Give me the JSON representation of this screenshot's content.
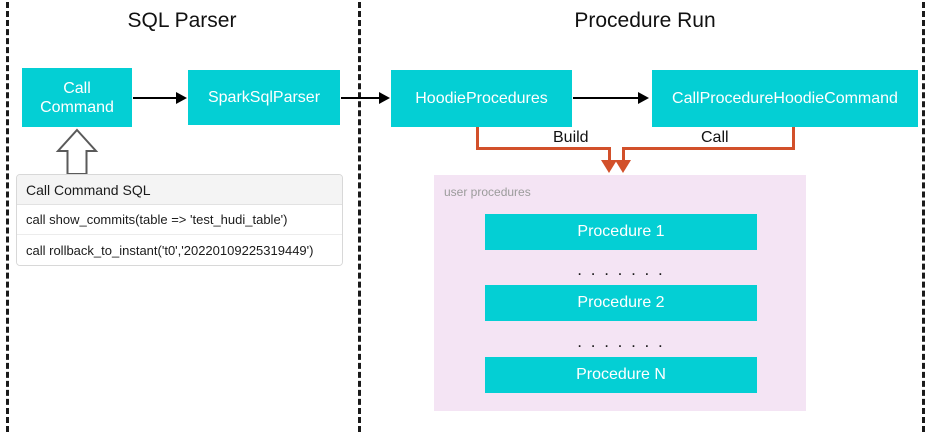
{
  "diagram": {
    "sections": [
      {
        "id": "sql-parser",
        "title": "SQL Parser"
      },
      {
        "id": "procedure-run",
        "title": "Procedure Run"
      }
    ],
    "colors": {
      "teal": "#04CFD4",
      "orange": "#D2502A",
      "panel_purple": "#F4E4F4",
      "divider": "#1a1a1a",
      "text_on_teal": "#ffffff",
      "panel_label": "#9b9b9b"
    },
    "nodes": {
      "call_command": {
        "label_line1": "Call",
        "label_line2": "Command"
      },
      "spark_sql_parser": {
        "label": "SparkSqlParser"
      },
      "hoodie_procedures": {
        "label": "HoodieProcedures"
      },
      "call_procedure_hoodie_command": {
        "label": "CallProcedureHoodieCommand"
      }
    },
    "connectors": {
      "build": {
        "label": "Build"
      },
      "call": {
        "label": "Call"
      }
    },
    "sql_table": {
      "header": "Call Command SQL",
      "rows": [
        "call show_commits(table => 'test_hudi_table')",
        "call rollback_to_instant('t0','20220109225319449')"
      ]
    },
    "user_procedures": {
      "label": "user procedures",
      "items": [
        {
          "label": "Procedure 1"
        },
        {
          "label": "Procedure 2"
        },
        {
          "label": "Procedure N"
        }
      ],
      "ellipsis": ". . . . . . ."
    }
  }
}
